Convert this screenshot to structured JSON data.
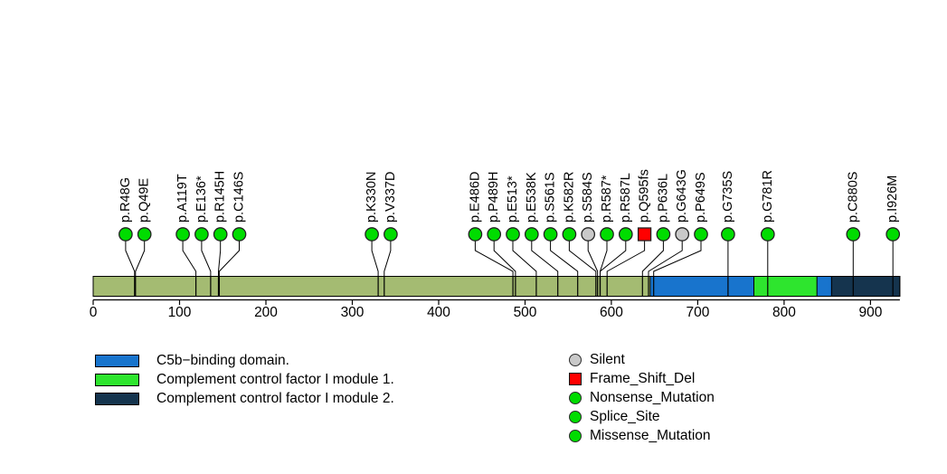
{
  "chart_data": {
    "type": "lollipop",
    "title": "",
    "xlabel": "",
    "axis": {
      "min": 0,
      "max": 934,
      "ticks": [
        0,
        100,
        200,
        300,
        400,
        500,
        600,
        700,
        800,
        900
      ]
    },
    "domains": [
      {
        "id": "backbone",
        "label": "",
        "start": 0,
        "end": 934,
        "color": "#A4BB72"
      },
      {
        "id": "c5b-binding-domain",
        "label": "C5b−binding domain.",
        "start": 645,
        "end": 855,
        "color": "#1874CD"
      },
      {
        "id": "complement-control-factor-i-module-1",
        "label": "Complement control factor I module 1.",
        "start": 765,
        "end": 838,
        "color": "#2EE52E"
      },
      {
        "id": "complement-control-factor-i-module-2",
        "label": "Complement control factor I module 2.",
        "start": 855,
        "end": 934,
        "color": "#15344E"
      }
    ],
    "marker_styles": {
      "Silent": {
        "color": "#C9C9C9",
        "shape": "circle"
      },
      "Frame_Shift_Del": {
        "color": "#FF0000",
        "shape": "square"
      },
      "Nonsense_Mutation": {
        "color": "#00DC00",
        "shape": "circle"
      },
      "Splice_Site": {
        "color": "#00DC00",
        "shape": "circle"
      },
      "Missense_Mutation": {
        "color": "#00DC00",
        "shape": "circle"
      }
    },
    "mutations": [
      {
        "label": "p.R48G",
        "pos": 48,
        "type": "Missense_Mutation"
      },
      {
        "label": "p.Q49E",
        "pos": 49,
        "type": "Missense_Mutation"
      },
      {
        "label": "p.A119T",
        "pos": 119,
        "type": "Missense_Mutation"
      },
      {
        "label": "p.E136*",
        "pos": 136,
        "type": "Nonsense_Mutation"
      },
      {
        "label": "p.R145H",
        "pos": 145,
        "type": "Missense_Mutation"
      },
      {
        "label": "p.C146S",
        "pos": 146,
        "type": "Missense_Mutation"
      },
      {
        "label": "p.K330N",
        "pos": 330,
        "type": "Missense_Mutation"
      },
      {
        "label": "p.V337D",
        "pos": 337,
        "type": "Missense_Mutation"
      },
      {
        "label": "p.E486D",
        "pos": 486,
        "type": "Missense_Mutation"
      },
      {
        "label": "p.P489H",
        "pos": 489,
        "type": "Missense_Mutation"
      },
      {
        "label": "p.E513*",
        "pos": 513,
        "type": "Nonsense_Mutation"
      },
      {
        "label": "p.E538K",
        "pos": 538,
        "type": "Missense_Mutation"
      },
      {
        "label": "p.S561S",
        "pos": 561,
        "type": "Splice_Site"
      },
      {
        "label": "p.K582R",
        "pos": 582,
        "type": "Missense_Mutation"
      },
      {
        "label": "p.S584S",
        "pos": 584,
        "type": "Silent"
      },
      {
        "label": "p.R587*",
        "pos": 587,
        "type": "Nonsense_Mutation"
      },
      {
        "label": "p.R587L",
        "pos": 587,
        "type": "Missense_Mutation"
      },
      {
        "label": "p.Q595fs",
        "pos": 595,
        "type": "Frame_Shift_Del"
      },
      {
        "label": "p.P636L",
        "pos": 636,
        "type": "Missense_Mutation"
      },
      {
        "label": "p.G643G",
        "pos": 643,
        "type": "Silent"
      },
      {
        "label": "p.P649S",
        "pos": 649,
        "type": "Missense_Mutation"
      },
      {
        "label": "p.G735S",
        "pos": 735,
        "type": "Missense_Mutation"
      },
      {
        "label": "p.G781R",
        "pos": 781,
        "type": "Missense_Mutation"
      },
      {
        "label": "p.C880S",
        "pos": 880,
        "type": "Missense_Mutation"
      },
      {
        "label": "p.I926M",
        "pos": 926,
        "type": "Missense_Mutation"
      }
    ]
  },
  "legend_domains": {
    "items": [
      {
        "label": "C5b−binding domain.",
        "color": "#1874CD"
      },
      {
        "label": "Complement control factor I module 1.",
        "color": "#2EE52E"
      },
      {
        "label": "Complement control factor I module 2.",
        "color": "#15344E"
      }
    ]
  },
  "legend_types": {
    "items": [
      {
        "label": "Silent",
        "color": "#C9C9C9",
        "shape": "circle"
      },
      {
        "label": "Frame_Shift_Del",
        "color": "#FF0000",
        "shape": "square"
      },
      {
        "label": "Nonsense_Mutation",
        "color": "#00DC00",
        "shape": "circle"
      },
      {
        "label": "Splice_Site",
        "color": "#00DC00",
        "shape": "circle"
      },
      {
        "label": "Missense_Mutation",
        "color": "#00DC00",
        "shape": "circle"
      }
    ]
  }
}
